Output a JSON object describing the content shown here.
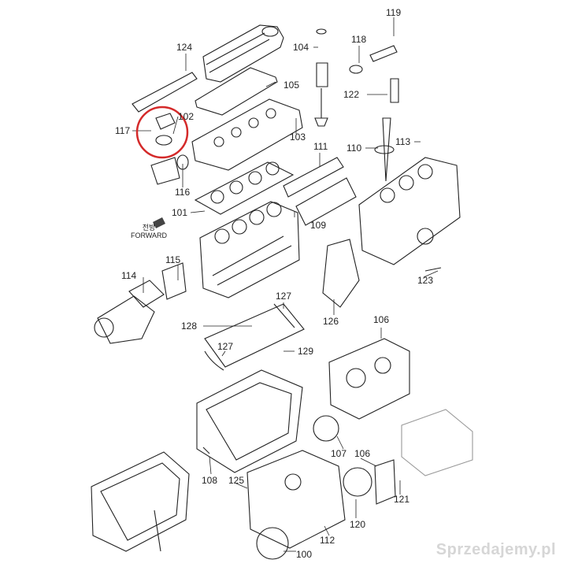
{
  "parts": [
    {
      "id": "p119",
      "text": "119"
    },
    {
      "id": "p118",
      "text": "118"
    },
    {
      "id": "p104",
      "text": "104"
    },
    {
      "id": "p124",
      "text": "124"
    },
    {
      "id": "p105",
      "text": "105"
    },
    {
      "id": "p122",
      "text": "122"
    },
    {
      "id": "p117",
      "text": "117"
    },
    {
      "id": "p102",
      "text": "102"
    },
    {
      "id": "p103",
      "text": "103"
    },
    {
      "id": "p111",
      "text": "111"
    },
    {
      "id": "p110",
      "text": "110"
    },
    {
      "id": "p113",
      "text": "113"
    },
    {
      "id": "p116",
      "text": "116"
    },
    {
      "id": "p101",
      "text": "101"
    },
    {
      "id": "p109",
      "text": "109"
    },
    {
      "id": "p115",
      "text": "115"
    },
    {
      "id": "p114",
      "text": "114"
    },
    {
      "id": "p123",
      "text": "123"
    },
    {
      "id": "p127a",
      "text": "127"
    },
    {
      "id": "p126",
      "text": "126"
    },
    {
      "id": "p128",
      "text": "128"
    },
    {
      "id": "p106a",
      "text": "106"
    },
    {
      "id": "p127b",
      "text": "127"
    },
    {
      "id": "p129",
      "text": "129"
    },
    {
      "id": "p107",
      "text": "107"
    },
    {
      "id": "p106b",
      "text": "106"
    },
    {
      "id": "p108",
      "text": "108"
    },
    {
      "id": "p125",
      "text": "125"
    },
    {
      "id": "p121",
      "text": "121"
    },
    {
      "id": "p120",
      "text": "120"
    },
    {
      "id": "p112",
      "text": "112"
    },
    {
      "id": "p100",
      "text": "100"
    }
  ],
  "forward": {
    "korean": "전방",
    "english": "FORWARD"
  },
  "watermark": "Sprzedajemy.pl",
  "highlight_color": "#d42a2a",
  "line_color": "#222222"
}
